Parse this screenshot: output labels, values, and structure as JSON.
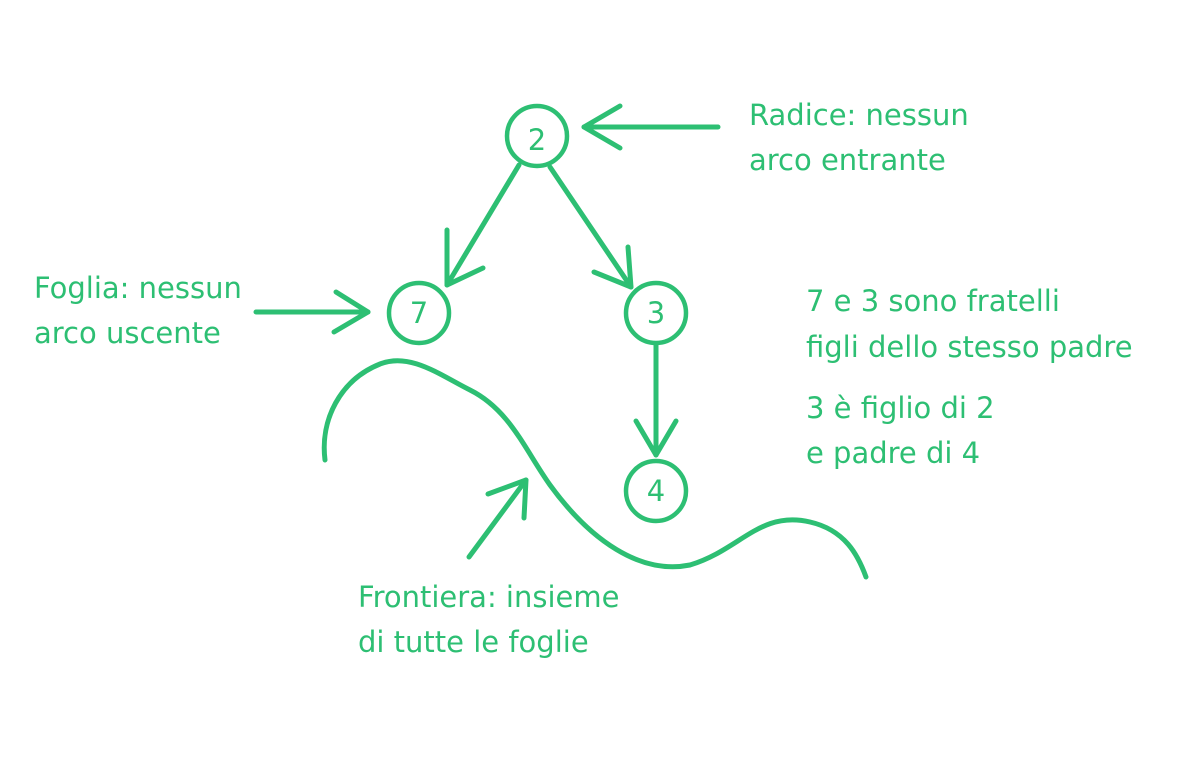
{
  "colors": {
    "ink": "#2dbf73",
    "background": "#ffffff"
  },
  "nodes": [
    {
      "id": "n2",
      "label": "2"
    },
    {
      "id": "n7",
      "label": "7"
    },
    {
      "id": "n3",
      "label": "3"
    },
    {
      "id": "n4",
      "label": "4"
    }
  ],
  "edges": [
    {
      "from": "2",
      "to": "7"
    },
    {
      "from": "2",
      "to": "3"
    },
    {
      "from": "3",
      "to": "4"
    }
  ],
  "annotations": {
    "root": {
      "line1": "Radice: nessun",
      "line2": "arco entrante"
    },
    "leaf": {
      "line1": "Foglia: nessun",
      "line2": "arco uscente"
    },
    "siblings": {
      "line1": "7 e 3 sono fratelli",
      "line2": "figli dello stesso padre"
    },
    "parent_child": {
      "line1": "3 è figlio di 2",
      "line2": "e padre di 4"
    },
    "frontier": {
      "line1": "Frontiera: insieme",
      "line2": "di tutte le foglie"
    }
  }
}
